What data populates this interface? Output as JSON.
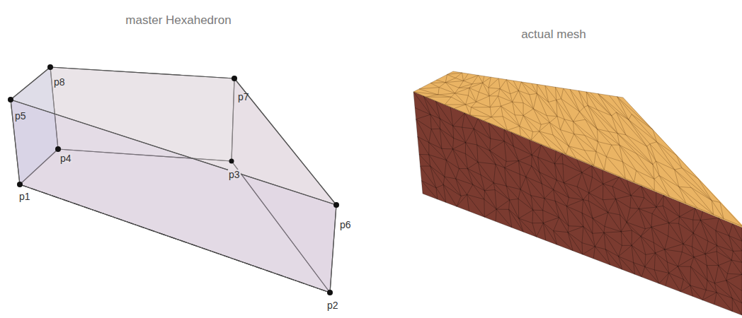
{
  "diagram": {
    "labels": [
      "master Hexahedron",
      "actual mesh",
      "p8",
      "p7",
      "p5",
      "p4",
      "p3",
      "p1",
      "p6",
      "p2"
    ]
  }
}
